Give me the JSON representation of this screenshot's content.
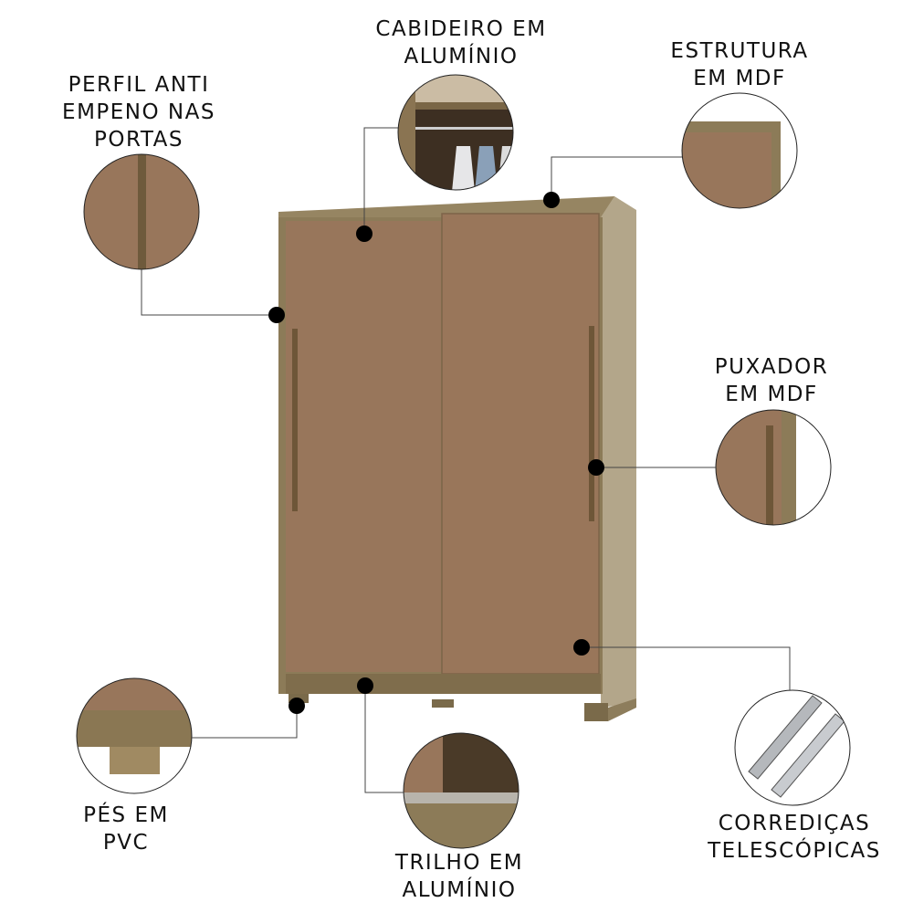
{
  "colors": {
    "door": "#98765b",
    "wood": "#8a7a5c",
    "wood_light": "#a8997a",
    "line": "#444444",
    "dot": "#000000"
  },
  "callouts": [
    {
      "id": "perfil",
      "lines": [
        "PERFIL ANTI",
        "EMPENO NAS",
        "PORTAS"
      ]
    },
    {
      "id": "cabideiro",
      "lines": [
        "CABIDEIRO EM",
        "ALUMÍNIO"
      ]
    },
    {
      "id": "estrutura",
      "lines": [
        "ESTRUTURA",
        "EM MDF"
      ]
    },
    {
      "id": "puxador",
      "lines": [
        "PUXADOR",
        "EM MDF"
      ]
    },
    {
      "id": "corredicas",
      "lines": [
        "CORREDIÇAS",
        "TELESCÓPICAS"
      ]
    },
    {
      "id": "trilho",
      "lines": [
        "TRILHO EM",
        "ALUMÍNIO"
      ]
    },
    {
      "id": "pes",
      "lines": [
        "PÉS EM",
        "PVC"
      ]
    }
  ]
}
